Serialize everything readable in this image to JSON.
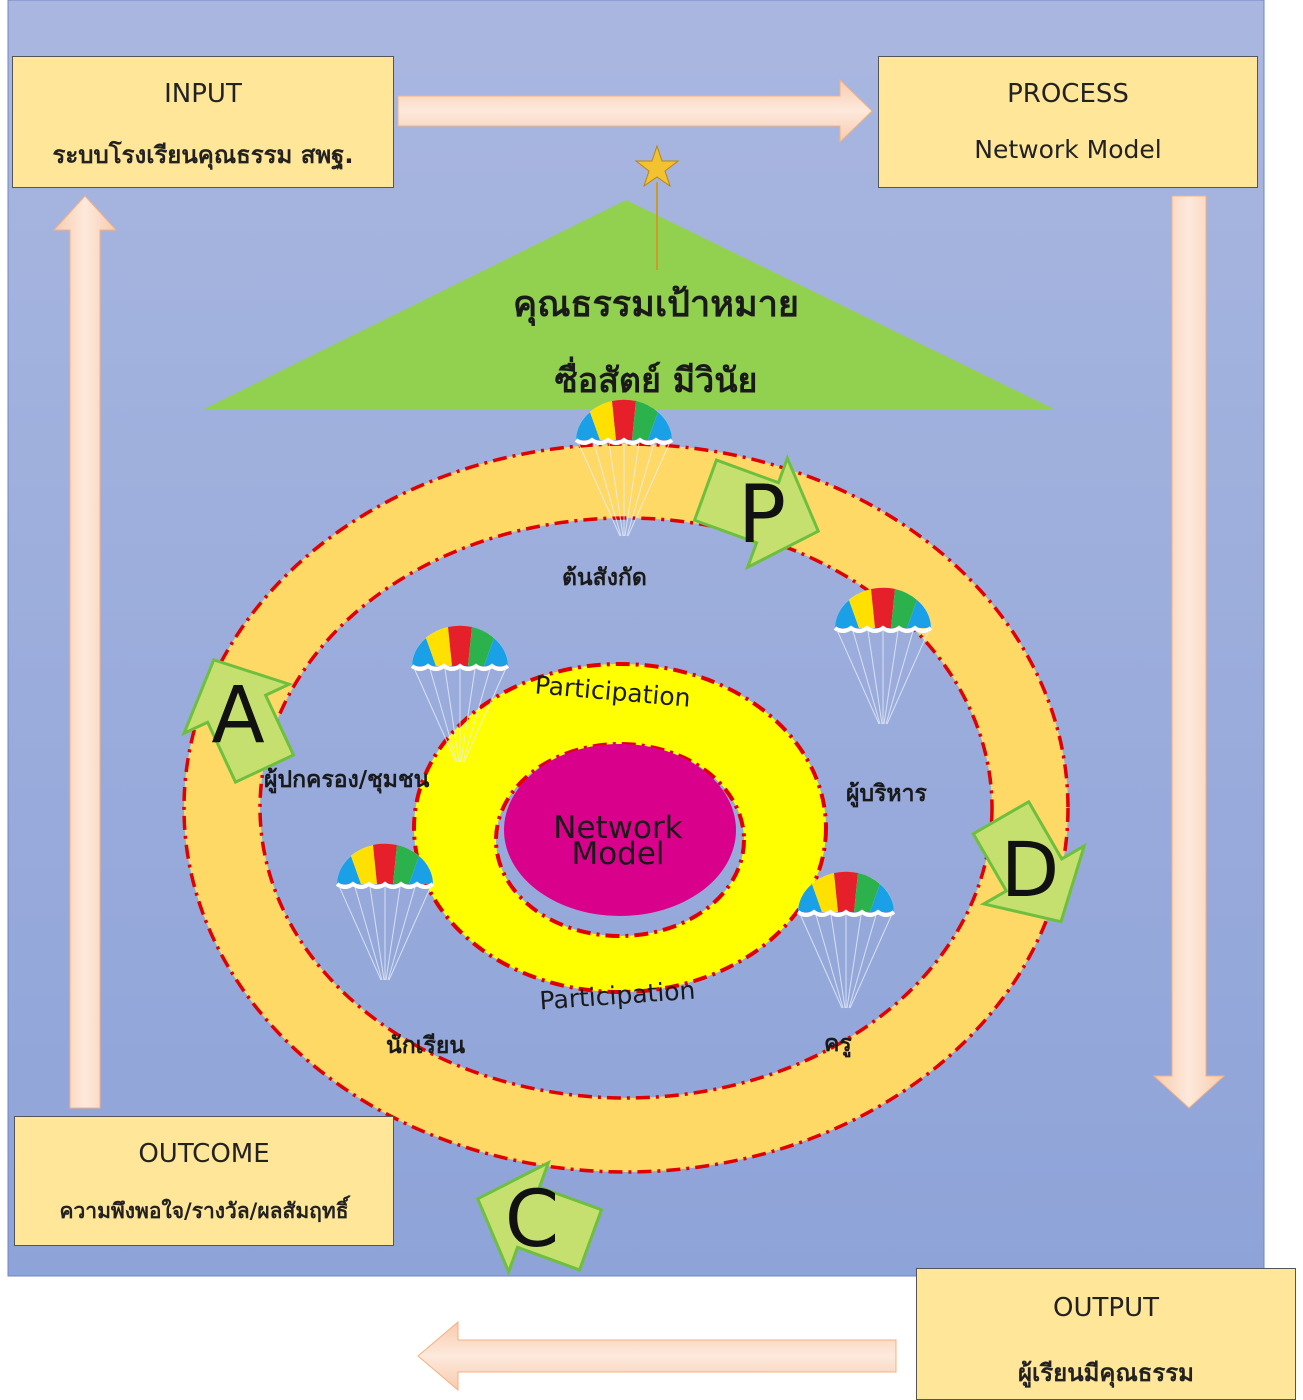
{
  "boxes": {
    "input": {
      "title": "INPUT",
      "text": "ระบบโรงเรียนคุณธรรม สพฐ."
    },
    "process": {
      "title": "PROCESS",
      "text": "Network Model"
    },
    "outcome": {
      "title": "OUTCOME",
      "text": "ความพึงพอใจ/รางวัล/ผลสัมฤทธิ์"
    },
    "output": {
      "title": "OUTPUT",
      "text": "ผู้เรียนมีคุณธรรม"
    }
  },
  "roof": {
    "line1": "คุณธรรมเป้าหมาย",
    "line2": "ซื่อสัตย์ มีวินัย"
  },
  "core": {
    "line1": "Network",
    "line2": "Model"
  },
  "ring": {
    "top": "Participation",
    "bottom": "Participation"
  },
  "pdca": {
    "p": "P",
    "d": "D",
    "c": "C",
    "a": "A"
  },
  "stakeholders": {
    "top": "ต้นสังกัด",
    "right": "ผู้บริหาร",
    "left": "ผู้ปกครอง/ชุมชน",
    "bottom_left": "นักเรียน",
    "bottom_right": "ครู"
  },
  "colors": {
    "background_top": "#a9b7e0",
    "background_bottom": "#8ea3d8",
    "box_fill": "#ffe699",
    "orbit_fill": "#ffd966",
    "ring_fill": "#ffff00",
    "core_fill": "#d9008c",
    "roof_fill": "#92d050",
    "dash": "#e00000",
    "flow_arrow": "#f8cbad",
    "pdca_arrow": "#c6e070",
    "pdca_border": "#7fbf3f"
  }
}
